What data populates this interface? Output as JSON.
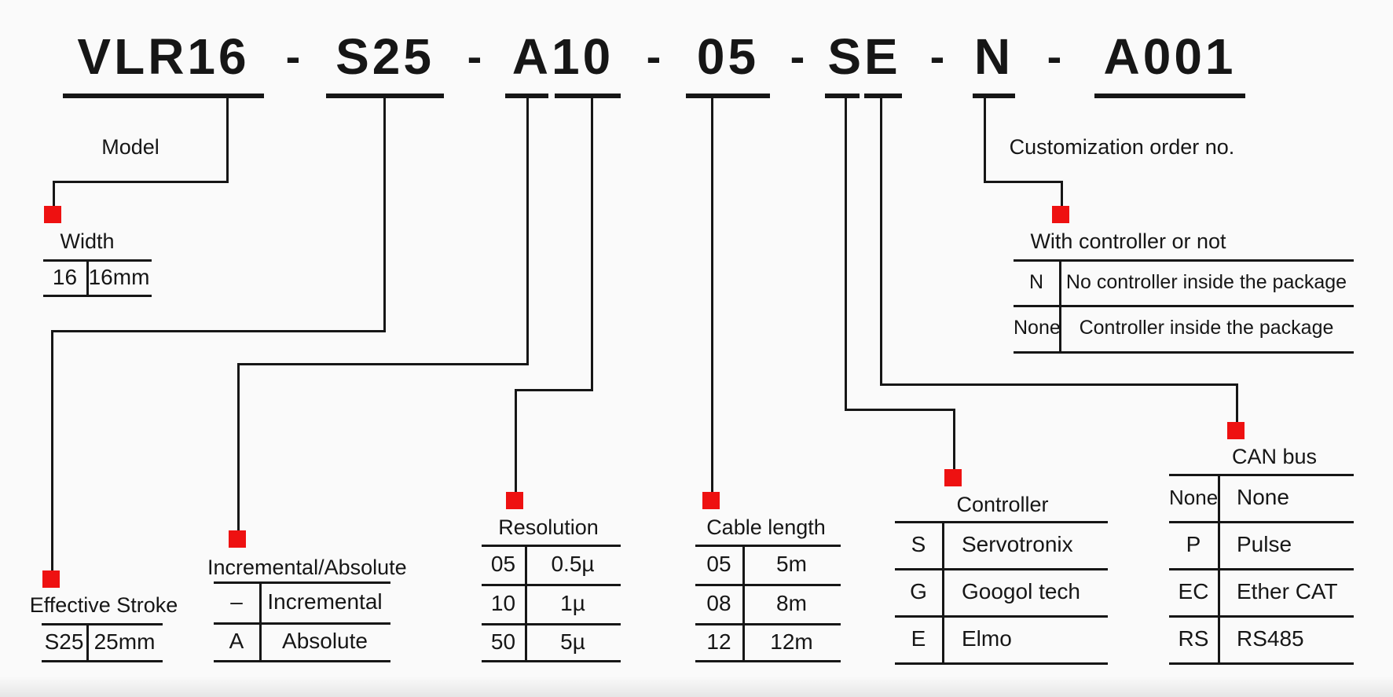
{
  "title": {
    "full_code": "VLR16 - S25 - A10 - 05 - SE - N - A001",
    "separator": "-",
    "segments": [
      {
        "code": "VLR16"
      },
      {
        "code": "S25"
      },
      {
        "code": "A10"
      },
      {
        "code": "05"
      },
      {
        "code": "SE"
      },
      {
        "code": "N"
      },
      {
        "code": "A001"
      }
    ]
  },
  "labels": {
    "model": "Model",
    "customization": "Customization order no."
  },
  "tables": {
    "width": {
      "title": "Width",
      "rows": [
        [
          "16",
          "16mm"
        ]
      ]
    },
    "effective_stroke": {
      "title": "Effective Stroke",
      "rows": [
        [
          "S25",
          "25mm"
        ]
      ]
    },
    "incremental_absolute": {
      "title": "Incremental/Absolute",
      "rows": [
        [
          "–",
          "Incremental"
        ],
        [
          "A",
          "Absolute"
        ]
      ]
    },
    "resolution": {
      "title": "Resolution",
      "rows": [
        [
          "05",
          "0.5µ"
        ],
        [
          "10",
          "1µ"
        ],
        [
          "50",
          "5µ"
        ]
      ]
    },
    "cable_length": {
      "title": "Cable length",
      "rows": [
        [
          "05",
          "5m"
        ],
        [
          "08",
          "8m"
        ],
        [
          "12",
          "12m"
        ]
      ]
    },
    "controller": {
      "title": "Controller",
      "rows": [
        [
          "S",
          "Servotronix"
        ],
        [
          "G",
          "Googol tech"
        ],
        [
          "E",
          "Elmo"
        ]
      ]
    },
    "with_controller": {
      "title": "With controller or not",
      "rows": [
        [
          "N",
          "No controller inside the package"
        ],
        [
          "None",
          "Controller inside the package"
        ]
      ]
    },
    "can_bus": {
      "title": "CAN bus",
      "rows": [
        [
          "None",
          "None"
        ],
        [
          "P",
          "Pulse"
        ],
        [
          "EC",
          "Ether CAT"
        ],
        [
          "RS",
          "RS485"
        ]
      ]
    }
  },
  "colors": {
    "marker": "#ee1111",
    "line": "#161616",
    "text": "#161616",
    "background": "#fafafa"
  }
}
